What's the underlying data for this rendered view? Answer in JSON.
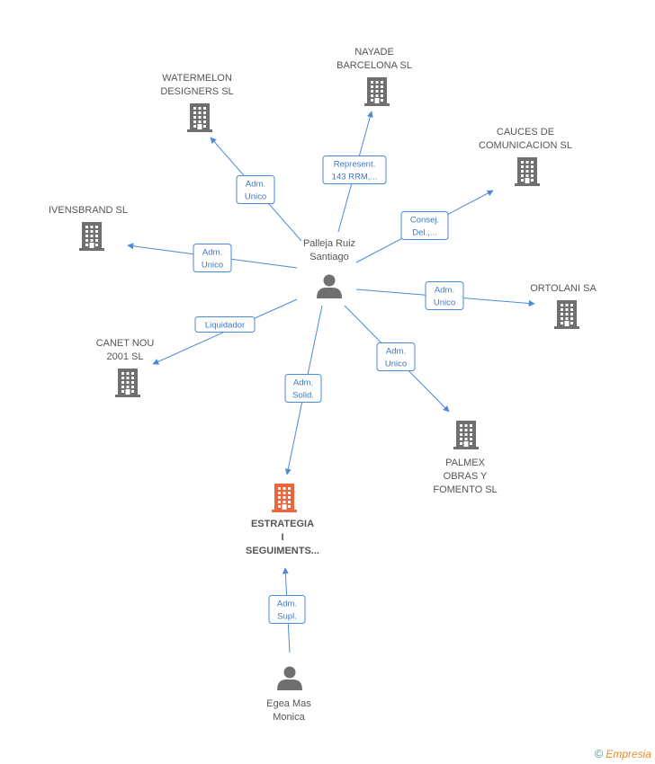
{
  "colors": {
    "edge": "#4a8ad8",
    "building": "#6f6f6f",
    "focus": "#f0643c",
    "person": "#6f6f6f"
  },
  "nodes": [
    {
      "id": "palleja",
      "kind": "person",
      "lines": [
        "Palleja Ruiz",
        "Santiago"
      ]
    },
    {
      "id": "nayade",
      "kind": "company",
      "lines": [
        "NAYADE",
        "BARCELONA SL"
      ]
    },
    {
      "id": "watermelon",
      "kind": "company",
      "lines": [
        "WATERMELON",
        "DESIGNERS SL"
      ]
    },
    {
      "id": "cauces",
      "kind": "company",
      "lines": [
        "CAUCES DE",
        "COMUNICACION SL"
      ]
    },
    {
      "id": "ivensbrand",
      "kind": "company",
      "lines": [
        "IVENSBRAND SL"
      ]
    },
    {
      "id": "ortolani",
      "kind": "company",
      "lines": [
        "ORTOLANI SA"
      ]
    },
    {
      "id": "canet",
      "kind": "company",
      "lines": [
        "CANET NOU",
        "2001 SL"
      ]
    },
    {
      "id": "palmex",
      "kind": "company",
      "lines": [
        "PALMEX",
        "OBRAS Y",
        "FOMENTO SL"
      ]
    },
    {
      "id": "estrategia",
      "kind": "focus",
      "lines": [
        "ESTRATEGIA",
        "I",
        "SEGUIMENTS..."
      ]
    },
    {
      "id": "egea",
      "kind": "person",
      "lines": [
        "Egea Mas",
        "Monica"
      ]
    }
  ],
  "edges": [
    {
      "id": "e-nayade",
      "from": "palleja",
      "to": "nayade",
      "label": [
        "Represent.",
        "143 RRM,..."
      ]
    },
    {
      "id": "e-watermelon",
      "from": "palleja",
      "to": "watermelon",
      "label": [
        "Adm.",
        "Unico"
      ]
    },
    {
      "id": "e-cauces",
      "from": "palleja",
      "to": "cauces",
      "label": [
        "Consej.",
        "Del.,..."
      ]
    },
    {
      "id": "e-ivensbrand",
      "from": "palleja",
      "to": "ivensbrand",
      "label": [
        "Adm.",
        "Unico"
      ]
    },
    {
      "id": "e-ortolani",
      "from": "palleja",
      "to": "ortolani",
      "label": [
        "Adm.",
        "Unico"
      ]
    },
    {
      "id": "e-canet",
      "from": "palleja",
      "to": "canet",
      "label": [
        "Liquidador"
      ]
    },
    {
      "id": "e-palmex",
      "from": "palleja",
      "to": "palmex",
      "label": [
        "Adm.",
        "Unico"
      ]
    },
    {
      "id": "e-estrategia",
      "from": "palleja",
      "to": "estrategia",
      "label": [
        "Adm.",
        "Solid."
      ]
    },
    {
      "id": "e-egea",
      "from": "egea",
      "to": "estrategia",
      "label": [
        "Adm.",
        "Supl."
      ]
    }
  ],
  "footer": {
    "copyright": "©",
    "brand": "Empresia"
  }
}
